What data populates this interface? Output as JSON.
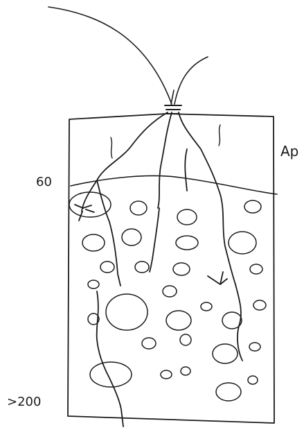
{
  "labels": {
    "horizon": "Ap",
    "depth_top": "60",
    "depth_bottom": ">200"
  }
}
